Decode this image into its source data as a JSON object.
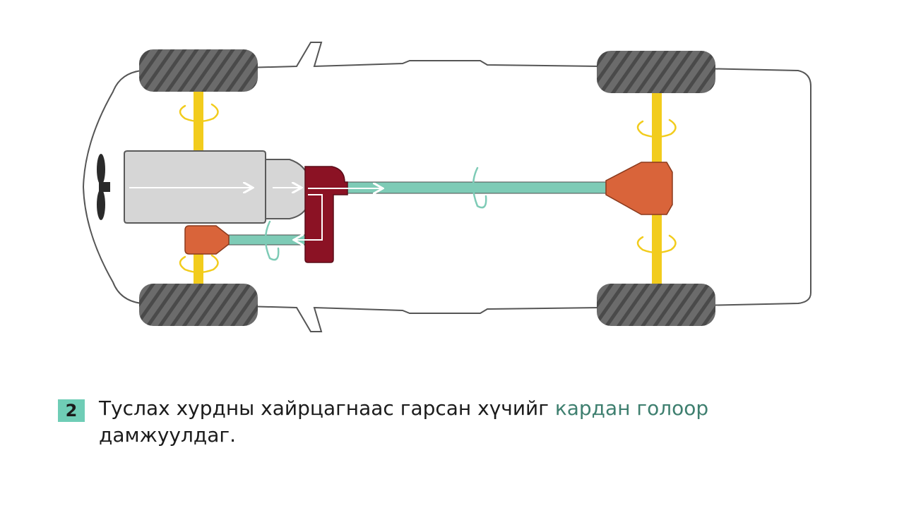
{
  "colors": {
    "body_outline": "#555555",
    "tire": "#6b6b6b",
    "tire_tread": "#4a4a4a",
    "axle": "#f2cc1d",
    "driveshaft": "#7ecbb6",
    "differential": "#d9643a",
    "transfer_case": "#8b1224",
    "engine": "#d6d6d6",
    "rotation_yellow": "#f2cc1d",
    "rotation_teal": "#7ecbb6",
    "accent_text": "#3e7f6f",
    "badge": "#6fcdb6"
  },
  "step": {
    "number": "2",
    "text_before": "Туслах хурдны хайрцагнаас гарсан хүчийг ",
    "text_highlight": "кардан голоор",
    "text_after": " дамжуулдаг."
  }
}
